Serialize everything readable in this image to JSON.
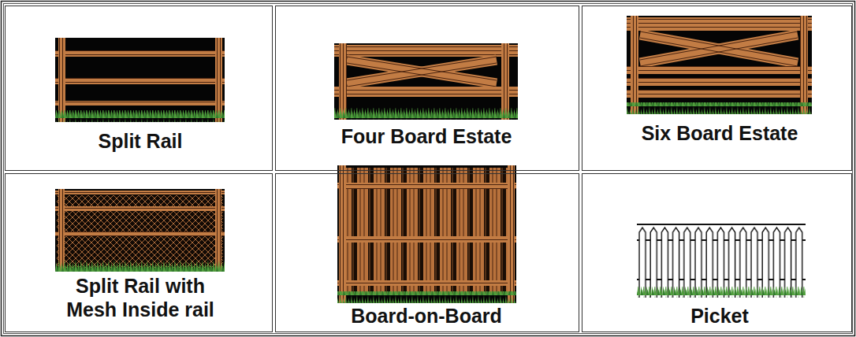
{
  "diagram": {
    "nodes": [
      {
        "text": [
          "Split Rail"
        ]
      },
      {
        "text": [
          "Four Board Estate"
        ]
      },
      {
        "text": [
          "Six Board Estate"
        ]
      },
      {
        "text": [
          "Split Rail with Mesh Inside rail"
        ]
      },
      {
        "text": [
          "Board-on-Board"
        ]
      },
      {
        "text": [
          "Picket"
        ]
      }
    ]
  }
}
